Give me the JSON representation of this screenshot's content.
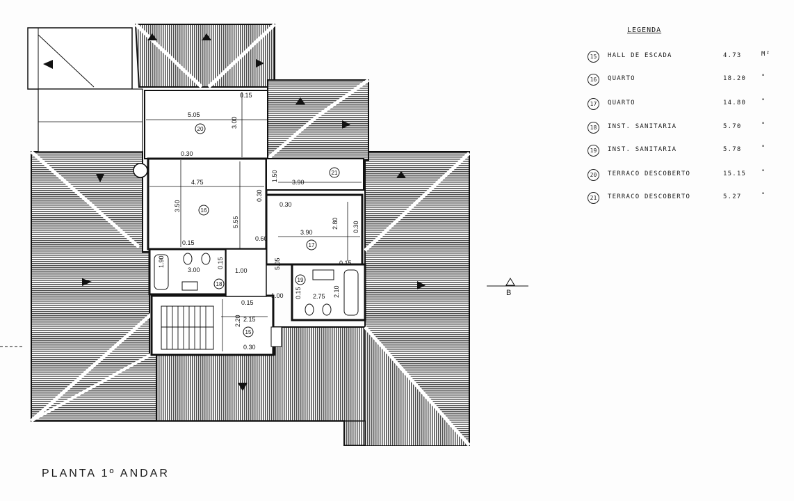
{
  "legend": {
    "title": "LEGENDA",
    "rows": [
      {
        "num": "15",
        "name": "HALL DE ESCADA",
        "area": "4.73",
        "unit": "M²"
      },
      {
        "num": "16",
        "name": "QUARTO",
        "area": "18.20",
        "unit": "\""
      },
      {
        "num": "17",
        "name": "QUARTO",
        "area": "14.80",
        "unit": "\""
      },
      {
        "num": "18",
        "name": "INST. SANITARIA",
        "area": "5.70",
        "unit": "\""
      },
      {
        "num": "19",
        "name": "INST. SANITARIA",
        "area": "5.78",
        "unit": "\""
      },
      {
        "num": "20",
        "name": "TERRACO DESCOBERTO",
        "area": "15.15",
        "unit": "\""
      },
      {
        "num": "21",
        "name": "TERRACO DESCOBERTO",
        "area": "5.27",
        "unit": "\""
      }
    ]
  },
  "plan_title": "PLANTA 1º ANDAR",
  "section_label": "B",
  "dims": {
    "d505": "5.05",
    "d300": "3.00",
    "d015a": "0.15",
    "d030a": "0.30",
    "d475": "4.75",
    "d350": "3.50",
    "d555": "5.55",
    "d030b": "0.30",
    "d150": "1.50",
    "d390": "3.90",
    "d030c": "0.30",
    "d390b": "3.90",
    "d280": "2.80",
    "d030d": "0.30",
    "d060": "0.60",
    "d505b": "5.05",
    "d015b": "0.15",
    "d015c": "0.15",
    "d190": "1.90",
    "d300b": "3.00",
    "d015d": "0.15",
    "d100": "1.00",
    "d275": "2.75",
    "d210": "2.10",
    "d100b": "1.00",
    "d015e": "0.15",
    "d220": "2.20",
    "d215": "2.15",
    "d030e": "0.30",
    "d015f": "0.15"
  },
  "room_labels": {
    "r20": "20",
    "r16": "16",
    "r21": "21",
    "r17": "17",
    "r18": "18",
    "r19": "19",
    "r15": "15"
  }
}
